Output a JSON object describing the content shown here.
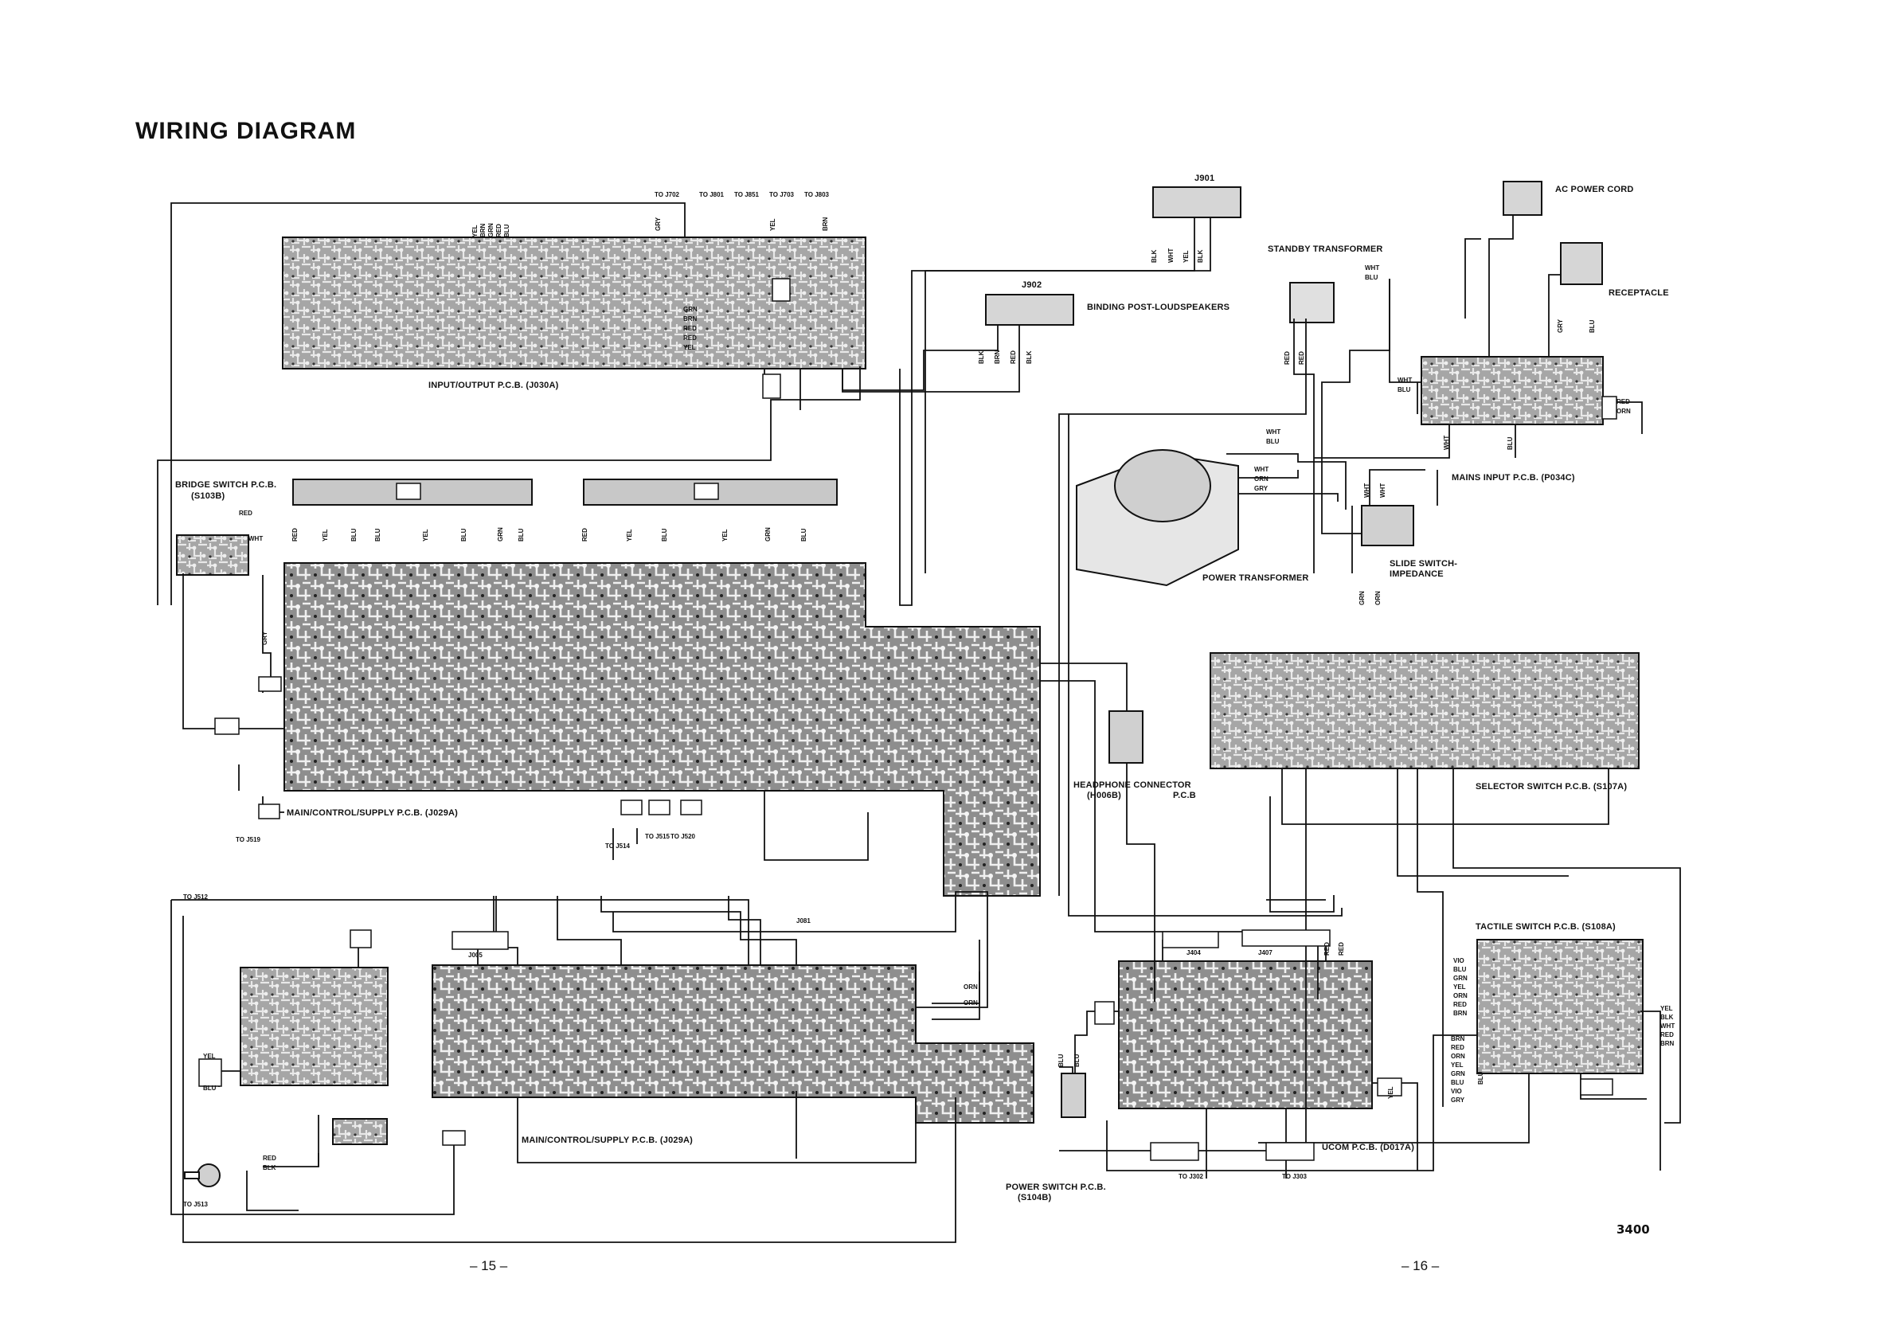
{
  "page": {
    "title": "WIRING DIAGRAM",
    "page_left": "– 15 –",
    "page_right": "– 16 –",
    "model": "3400"
  },
  "components": {
    "io_pcb": "INPUT/OUTPUT P.C.B. (J030A)",
    "j901": "J901",
    "j902": "J902",
    "binding_post": "BINDING POST-LOUDSPEAKERS",
    "ac_cord": "AC POWER CORD",
    "standby_tx": "STANDBY TRANSFORMER",
    "receptacle": "RECEPTACLE",
    "mains_input": "MAINS INPUT P.C.B. (P034C)",
    "bridge_sw": "BRIDGE SWITCH P.C.B.",
    "bridge_sw_code": "(S103B)",
    "power_tx": "POWER TRANSFORMER",
    "slide_sw": "SLIDE SWITCH-",
    "slide_sw2": "IMPEDANCE",
    "main_pcb_upper": "MAIN/CONTROL/SUPPLY P.C.B. (J029A)",
    "headphone": "HEADPHONE CONNECTOR",
    "headphone2": "(H006B)",
    "headphone3": "P.C.B",
    "selector_sw": "SELECTOR SWITCH P.C.B. (S107A)",
    "tactile_sw": "TACTILE SWITCH P.C.B. (S108A)",
    "main_pcb_lower": "MAIN/CONTROL/SUPPLY P.C.B. (J029A)",
    "ucom": "UCOM P.C.B. (D017A)",
    "power_sw": "POWER SWITCH P.C.B.",
    "power_sw2": "(S104B)"
  },
  "callouts": {
    "to_j702": "TO J702",
    "to_j801": "TO J801",
    "to_j851": "TO J851",
    "to_j703": "TO J703",
    "to_j803": "TO J803",
    "to_j519": "TO J519",
    "to_j514": "TO J514",
    "to_j515": "TO J515",
    "to_j520": "TO J520",
    "to_j512": "TO J512",
    "to_j513": "TO J513",
    "to_j302": "TO J302",
    "to_j303": "TO J303",
    "j081": "J081",
    "j005": "J005",
    "j404": "J404",
    "j407": "J407"
  },
  "wire_colors": {
    "red": "RED",
    "blu": "BLU",
    "yel": "YEL",
    "grn": "GRN",
    "brn": "BRN",
    "org": "ORN",
    "gry": "GRY",
    "wht": "WHT",
    "blk": "BLK",
    "vio": "VIO"
  },
  "style": {
    "pcb_fill": "#9a9a9a",
    "ink": "#111111"
  }
}
